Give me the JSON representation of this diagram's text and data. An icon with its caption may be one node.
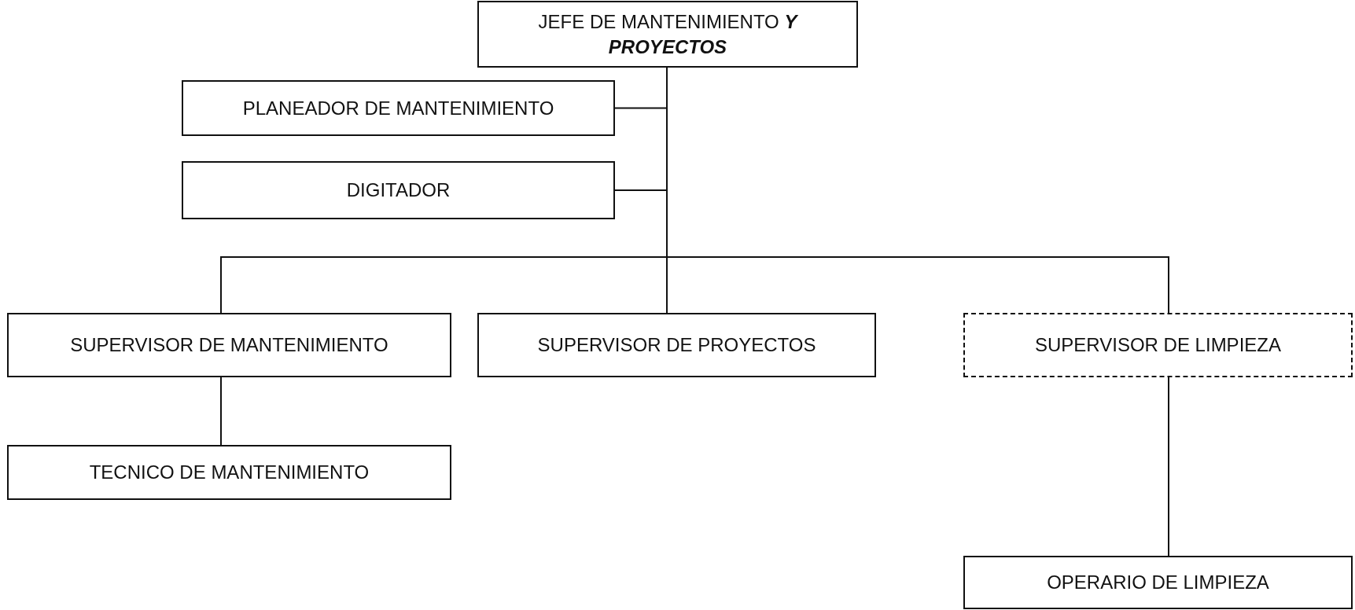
{
  "diagram": {
    "nodes": [
      {
        "text": [
          "JEFE DE MANTENIMIENTO **Y PROYECTOS**"
        ]
      },
      {
        "text": [
          "PLANEADOR DE MANTENIMIENTO"
        ]
      },
      {
        "text": [
          "DIGITADOR"
        ]
      },
      {
        "text": [
          "SUPERVISOR DE MANTENIMIENTO"
        ]
      },
      {
        "text": [
          "SUPERVISOR DE PROYECTOS"
        ]
      },
      {
        "text": [
          "SUPERVISOR DE LIMPIEZA"
        ]
      },
      {
        "text": [
          "TECNICO DE MANTENIMIENTO"
        ]
      },
      {
        "text": [
          "OPERARIO DE LIMPIEZA"
        ]
      }
    ],
    "edges": [
      {
        "from": 0,
        "to": 1,
        "arrow": "none"
      },
      {
        "from": 0,
        "to": 2,
        "arrow": "none"
      },
      {
        "from": 0,
        "to": 3,
        "arrow": "none"
      },
      {
        "from": 0,
        "to": 4,
        "arrow": "none"
      },
      {
        "from": 0,
        "to": 5,
        "arrow": "none"
      },
      {
        "from": 3,
        "to": 6,
        "arrow": "none"
      },
      {
        "from": 5,
        "to": 7,
        "arrow": "none"
      }
    ]
  }
}
